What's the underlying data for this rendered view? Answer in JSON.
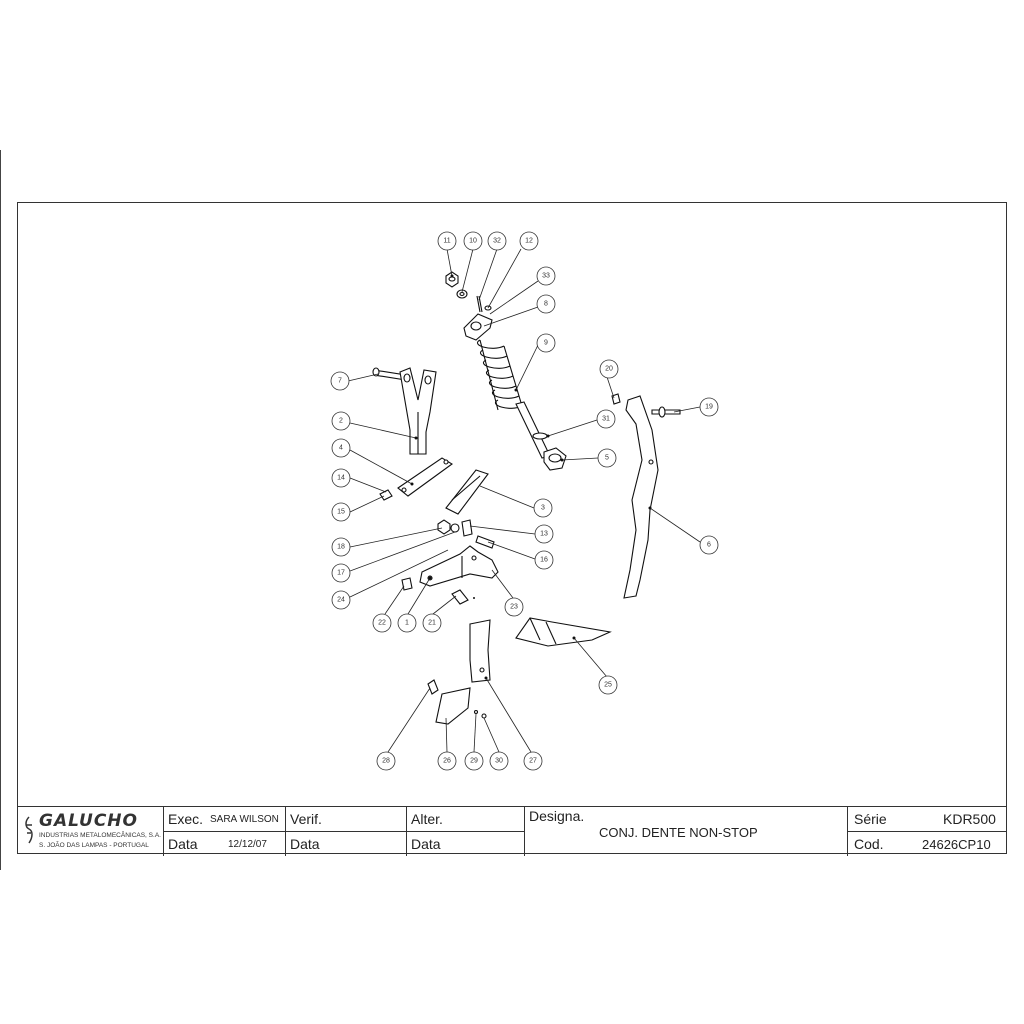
{
  "company": {
    "name": "GALUCHO",
    "line1": "INDUSTRIAS METALOMECÂNICAS, S.A.",
    "line2": "S. JOÃO DAS LAMPAS - PORTUGAL"
  },
  "title_block": {
    "exec_label": "Exec.",
    "exec_value": "SARA WILSON",
    "data_label": "Data",
    "exec_date": "12/12/07",
    "verif_label": "Verif.",
    "alter_label": "Alter.",
    "designa_label": "Designa.",
    "designation": "CONJ. DENTE NON-STOP",
    "serie_label": "Série",
    "serie_value": "KDR500",
    "cod_label": "Cod.",
    "cod_value": "24626CP10"
  },
  "callouts": [
    "11",
    "10",
    "32",
    "12",
    "33",
    "8",
    "9",
    "7",
    "2",
    "4",
    "20",
    "19",
    "31",
    "5",
    "14",
    "3",
    "15",
    "13",
    "18",
    "16",
    "17",
    "24",
    "22",
    "1",
    "21",
    "23",
    "25",
    "28",
    "26",
    "29",
    "30",
    "27",
    "6"
  ]
}
